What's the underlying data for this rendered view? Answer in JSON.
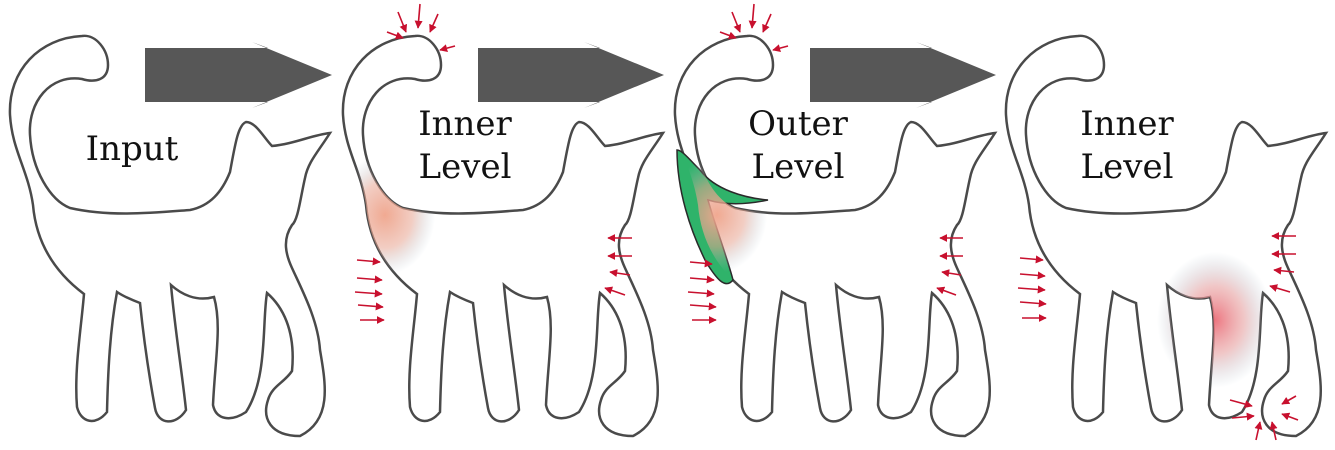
{
  "labels": {
    "panel1": "Input",
    "panel2_line1": "Inner",
    "panel2_line2": "Level",
    "panel3_line1": "Outer",
    "panel3_line2": "Level",
    "panel4_line1": "Inner",
    "panel4_line2": "Level"
  },
  "colors": {
    "input_fill": "#c0b49e",
    "cat_fill": "#a1b8c6",
    "outline": "#4a4a4a",
    "arrow": "#575757",
    "force_arrow": "#c8102e",
    "stress_highlight": "#f0a58c",
    "outer_region": "#2fb36a"
  },
  "panels": [
    {
      "name": "input",
      "fill": "input"
    },
    {
      "name": "inner-level",
      "fill": "cat"
    },
    {
      "name": "outer-level",
      "fill": "cat"
    },
    {
      "name": "inner-level-2",
      "fill": "cat"
    }
  ]
}
